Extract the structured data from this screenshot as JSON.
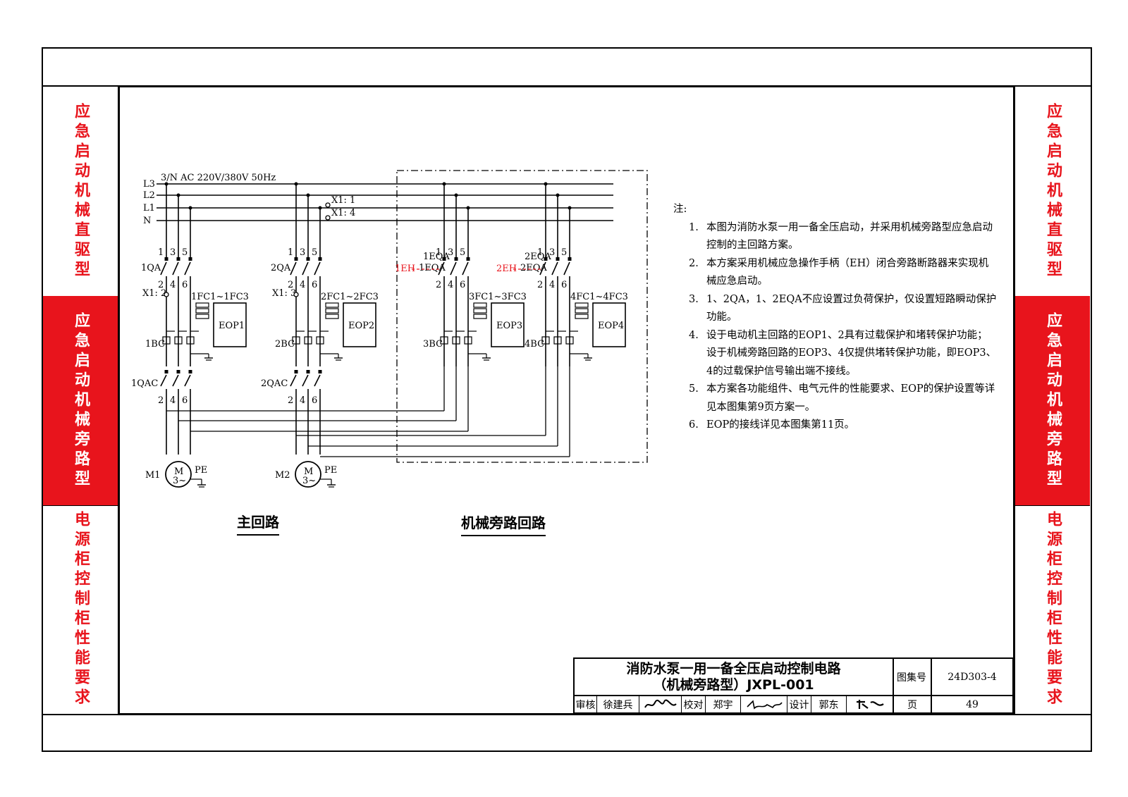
{
  "sidebar": {
    "sections": [
      {
        "label": "应急启动机械直驱型",
        "active": false
      },
      {
        "label": "应急启动机械旁路型",
        "active": true
      },
      {
        "label": "电源柜控制柜性能要求",
        "active": false
      }
    ]
  },
  "diagram": {
    "bus_labels": [
      "L3",
      "L2",
      "L1",
      "N"
    ],
    "supply": "3/N AC 220V/380V 50Hz",
    "terminals": [
      "X1: 1",
      "X1: 4",
      "X1: 2",
      "X1: 3"
    ],
    "main": [
      {
        "breaker": "1QA",
        "fc": "1FC1~1FC3",
        "eop": "EOP1",
        "bc": "1BC",
        "qac": "1QAC",
        "motor": "M1"
      },
      {
        "breaker": "2QA",
        "fc": "2FC1~2FC3",
        "eop": "EOP2",
        "bc": "2BC",
        "qac": "2QAC",
        "motor": "M2"
      }
    ],
    "bypass": [
      {
        "breaker": "1EQA",
        "eh": "1EH",
        "fc": "3FC1~3FC3",
        "eop": "EOP3",
        "bc": "3BC"
      },
      {
        "breaker": "2EQA",
        "eh": "2EH",
        "fc": "4FC1~4FC3",
        "eop": "EOP4",
        "bc": "4BC"
      }
    ],
    "pole_top": [
      "1",
      "3",
      "5"
    ],
    "pole_bot": [
      "2",
      "4",
      "6"
    ],
    "motor_symbol": "M",
    "motor_phase": "3~",
    "pe": "PE",
    "highlight_color": "#e8141c"
  },
  "captions": {
    "main_circuit": "主回路",
    "bypass_circuit": "机械旁路回路"
  },
  "notes": {
    "heading": "注:",
    "items": [
      {
        "num": "1.",
        "text": "本图为消防水泵一用一备全压启动，并采用机械旁路型应急启动控制的主回路方案。"
      },
      {
        "num": "2.",
        "text": "本方案采用机械应急操作手柄（EH）闭合旁路断路器来实现机械应急启动。"
      },
      {
        "num": "3.",
        "text": "1、2QA，1、2EQA不应设置过负荷保护，仅设置短路瞬动保护功能。"
      },
      {
        "num": "4.",
        "text": "设于电动机主回路的EOP1、2具有过载保护和堵转保护功能；设于机械旁路回路的EOP3、4仅提供堵转保护功能，即EOP3、4的过载保护信号输出端不接线。"
      },
      {
        "num": "5.",
        "text": "本方案各功能组件、电气元件的性能要求、EOP的保护设置等详见本图集第9页方案一。"
      },
      {
        "num": "6.",
        "text": "EOP的接线详见本图集第11页。"
      }
    ]
  },
  "title_block": {
    "title_line1": "消防水泵一用一备全压启动控制电路",
    "title_line2": "（机械旁路型）JXPL-001",
    "atlas_label": "图集号",
    "atlas_value": "24D303-4",
    "review_label": "审核",
    "reviewer": "徐建兵",
    "check_label": "校对",
    "checker": "郑宇",
    "design_label": "设计",
    "designer": "郭东",
    "page_label": "页",
    "page_value": "49"
  }
}
